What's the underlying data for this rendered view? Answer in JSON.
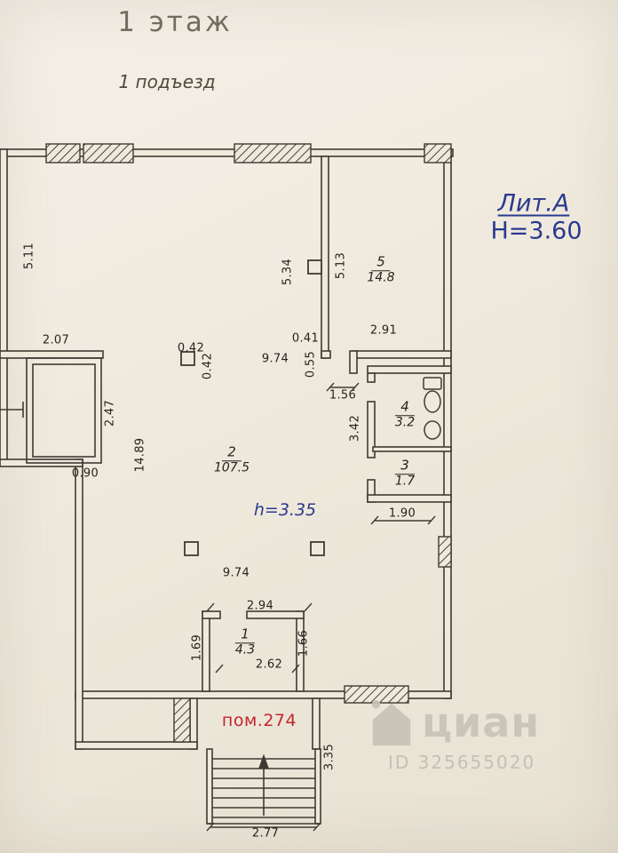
{
  "header": {
    "title": "1 этаж",
    "subtitle": "1 подъезд"
  },
  "annotations": {
    "liter": "Лит.А",
    "building_height": "Н=3.60",
    "ceiling_height": "h=3.35",
    "premise_label": "пом.274"
  },
  "rooms": [
    {
      "number": "1",
      "area": "4.3"
    },
    {
      "number": "2",
      "area": "107.5"
    },
    {
      "number": "3",
      "area": "1.7"
    },
    {
      "number": "4",
      "area": "3.2"
    },
    {
      "number": "5",
      "area": "14.8"
    }
  ],
  "dims": {
    "left_height": "5.11",
    "top_left_width": "2.07",
    "closet_height": "2.47",
    "closet_width": "0.90",
    "hall_height": "14.89",
    "column_width": "0.42",
    "column_height": "0.42",
    "room5_side_left": "5.34",
    "room5_side_right": "5.13",
    "niche_depth": "0.41",
    "niche_width": "0.55",
    "top_span": "9.74",
    "room5_width": "2.91",
    "room5_door": "1.56",
    "wc_side": "3.42",
    "room3_width": "1.90",
    "hall_span": "9.74",
    "room1_outer_width": "2.94",
    "room1_left": "1.69",
    "room1_right": "1.66",
    "room1_inner_width": "2.62",
    "stairs_depth": "3.35",
    "stairs_width": "2.77"
  },
  "watermark": {
    "brand": "циан",
    "id_label": "ID 325655020"
  },
  "colors": {
    "paper": "#efe9dc",
    "line": "#3e3a33",
    "accent_blue": "#2b3a8e",
    "accent_red": "#c2272d",
    "watermark_gray": "#c8c3b6"
  }
}
